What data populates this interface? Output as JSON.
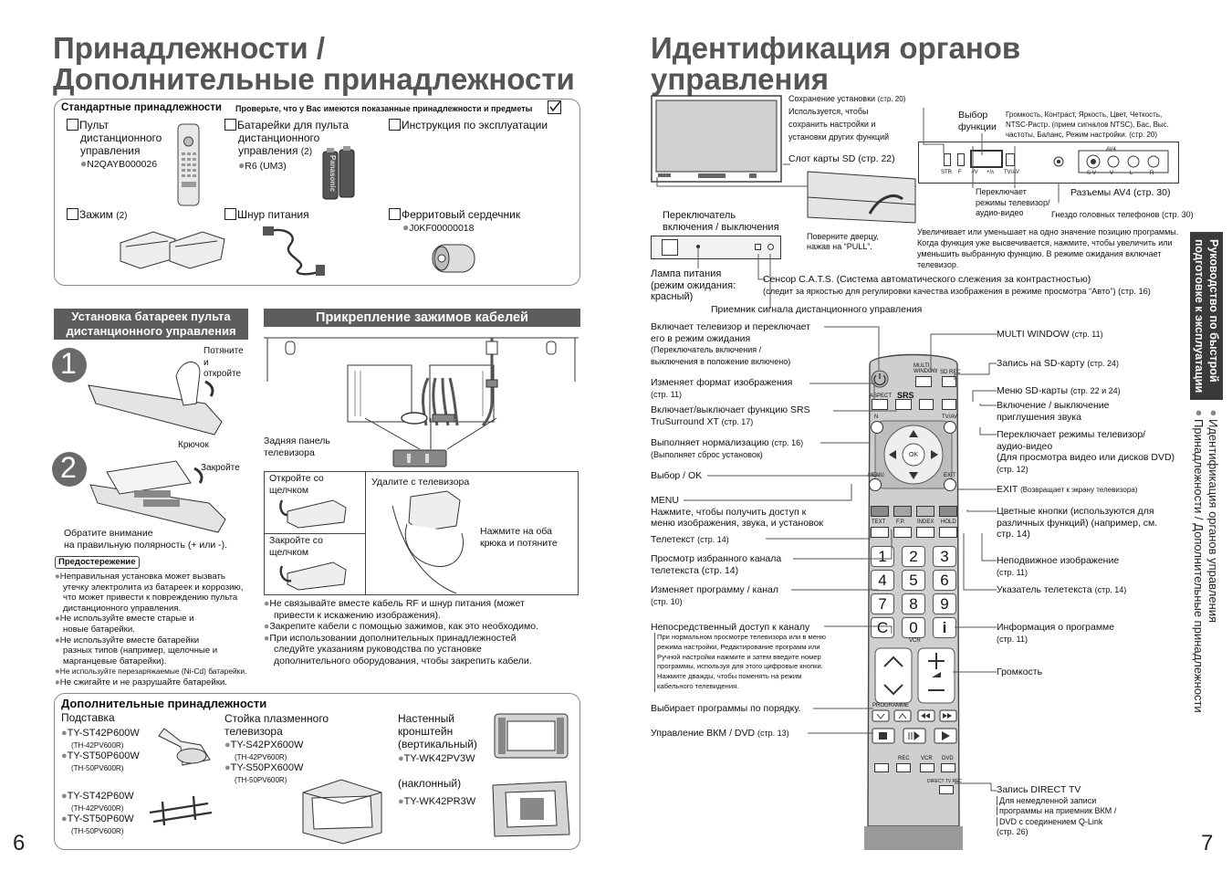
{
  "left": {
    "title1": "Принадлежности /",
    "title2": "Дополнительные принадлежности",
    "standard_heading": "Стандартные принадлежности",
    "check_note": "Проверьте, что у Вас имеются показанные принадлежности и предметы",
    "items": {
      "remote": [
        "Пульт",
        "дистанционного",
        "управления",
        "N2QAYB000026"
      ],
      "batteries": [
        "Батарейки для пульта",
        "дистанционного",
        "управления",
        "(2)",
        "R6 (UM3)"
      ],
      "manual": "Инструкция по эксплуатации",
      "clamp": [
        "Зажим",
        "(2)"
      ],
      "cord": "Шнур питания",
      "ferrite": [
        "Ферритовый сердечник",
        "J0KF00000018"
      ],
      "battery_brand": "Panasonic"
    },
    "battery_section": {
      "heading1": "Установка батареек пульта",
      "heading2": "дистанционного управления",
      "step1": "1",
      "step2": "2",
      "pull": [
        "Потяните",
        "и",
        "откройте"
      ],
      "hook": "Крючок",
      "close": "Закройте",
      "note": [
        "Обратите внимание",
        "на правильную полярность (+ или -)."
      ],
      "caution": "Предостережение",
      "bullets": [
        [
          "Неправильная установка может вызвать",
          "утечку электролита из батареек и коррозию,",
          "что может привести к повреждению пульта",
          "дистанционного управления."
        ],
        [
          "Не используйте вместе старые и",
          "новые батарейки."
        ],
        [
          "Не используйте вместе батарейки",
          "разных типов (например, щелочные и",
          "марганцевые батарейки)."
        ],
        [
          "Не используйте перезаряжаемые (Ni-Cd) батарейки."
        ],
        [
          "Не сжигайте и не разрушайте батарейки."
        ]
      ]
    },
    "clamp_section": {
      "heading": "Прикрепление зажимов кабелей",
      "rear": [
        "Задняя панель",
        "телевизора"
      ],
      "open": [
        "Откройте со",
        "щелчком"
      ],
      "close": [
        "Закройте со",
        "щелчком"
      ],
      "remove": "Удалите с телевизора",
      "press": [
        "Нажмите на оба",
        "крюка и потяните"
      ],
      "bullets": [
        [
          "Не связывайте вместе кабель RF и шнур питания (может",
          "привести к искажению изображения)."
        ],
        [
          "Закрепите кабели с помощью зажимов, как это необходимо."
        ],
        [
          "При использовании дополнительных принадлежностей",
          "следуйте указаниям руководства по установке",
          "дополнительного оборудования, чтобы закрепить кабели."
        ]
      ]
    },
    "optional": {
      "heading": "Дополнительные принадлежности",
      "stand": "Подставка",
      "stand_items": [
        [
          "TY-ST42P600W",
          "(TH-42PV600R)"
        ],
        [
          "TY-ST50P600W",
          "(TH-50PV600R)"
        ],
        [
          "TY-ST42P60W",
          "(TH-42PV600R)"
        ],
        [
          "TY-ST50P60W",
          "(TH-50PV600R)"
        ]
      ],
      "plasma_stand": [
        "Стойка плазменного",
        "телевизора"
      ],
      "plasma_items": [
        [
          "TY-S42PX600W",
          "(TH-42PV600R)"
        ],
        [
          "TY-S50PX600W",
          "(TH-50PV600R)"
        ]
      ],
      "wall": [
        "Настенный",
        "кронштейн",
        "(вертикальный)"
      ],
      "wall_item": "TY-WK42PV3W",
      "tilt": "(наклонный)",
      "tilt_item": "TY-WK42PR3W"
    },
    "page_number": "6"
  },
  "right": {
    "title1": "Идентификация органов",
    "title2": "управления",
    "save": [
      "Сохранение установки",
      "(стр. 20)",
      "Используется, чтобы",
      "сохранить настройки и",
      "установки других функций"
    ],
    "function": [
      "Выбор",
      "функции"
    ],
    "function_desc": [
      "Громкость, Контраст, Яркость, Цвет, Четкость,",
      "NTSC-Растр. (прием сигналов NTSC), Бас, Выс.",
      "частоты, Баланс, Режим настройки. (стр. 20)"
    ],
    "sd_slot": "Слот карты SD (стр. 22)",
    "tvav_note": [
      "Переключает",
      "режимы телевизор/",
      "аудио-видео"
    ],
    "av4": "Разъемы AV4 (стр. 30)",
    "headphones": "Гнездо головных телефонов (стр. 30)",
    "panel_labels": [
      "STR",
      "F",
      "-/V",
      "+/ʌ",
      "TV/AV",
      "AV4",
      "S-V",
      "V",
      "L",
      "R"
    ],
    "power_switch": [
      "Переключатель",
      "включения / выключения"
    ],
    "door": [
      "Поверните дверцу,",
      "нажав на “PULL”."
    ],
    "updown": [
      "Увеличивает или уменьшает на одно значение позицию программы.",
      "Когда функция уже высвечивается, нажмите, чтобы увеличить или",
      "уменьшить выбранную функцию. В режиме ожидания включает",
      "телевизор."
    ],
    "power_lamp": [
      "Лампа питания",
      "(режим ожидания:",
      "красный)"
    ],
    "cats": [
      "Сенсор C.A.T.S. (Система автоматического слежения за контрастностью)",
      "(следит за яркостью для регулировки качества изображения в режиме просмотра “Авто”) (стр. 16)"
    ],
    "receiver": "Приемник сигнала дистанционного управления",
    "remote_left": [
      [
        "Включает телевизор и переключает",
        "его в режим ожидания",
        "(Переключатель включения /",
        "выключения в положение включено)"
      ],
      [
        "Изменяет формат изображения",
        "(стр. 11)"
      ],
      [
        "Включает/выключает функцию SRS",
        "TruSurround XT",
        "(стр. 17)"
      ],
      [
        "Выполняет нормализацию",
        "(стр. 16)",
        "(Выполняет сброс установок)"
      ],
      [
        "Выбор / OK"
      ],
      [
        "MENU",
        "Нажмите, чтобы получить доступ к",
        "меню изображения, звука, и установок"
      ],
      [
        "Телетекст",
        "(стр. 14)"
      ],
      [
        "Просмотр избранного канала",
        "телетекста (стр. 14)"
      ],
      [
        "Изменяет программу / канал",
        "(стр. 10)"
      ],
      [
        "Непосредственный доступ к каналу",
        "При нормальном просмотре телевизора или в меню",
        "режима настройки, Редактирование программ или",
        "Ручной настройки нажмите и затем введите номер",
        "программы, используя для этого цифровые кнопки.",
        "Нажмите дважды, чтобы поменять на режим",
        "кабельного телевидения."
      ],
      [
        "Выбирает программы по порядку."
      ],
      [
        "Управление ВКМ / DVD",
        "(стр. 13)"
      ]
    ],
    "remote_right": [
      [
        "MULTI WINDOW",
        "(стр. 11)"
      ],
      [
        "Запись на SD-карту",
        "(стр. 24)"
      ],
      [
        "Меню SD-карты",
        "(стр. 22 и 24)"
      ],
      [
        "Включение / выключение",
        "приглушения звука"
      ],
      [
        "Переключает режимы телевизор/",
        "аудио-видео",
        "(Для просмотра видео или дисков DVD)",
        "(стр. 12)"
      ],
      [
        "EXIT",
        "(Возвращает к экрану телевизора)"
      ],
      [
        "Цветные кнопки (используются для",
        "различных функций) (например, см.",
        "стр. 14)"
      ],
      [
        "Неподвижное изображение",
        "(стр. 11)"
      ],
      [
        "Указатель телетекста",
        "(стр. 14)"
      ],
      [
        "Информация о программе",
        "(стр. 11)"
      ],
      [
        "Громкость"
      ],
      [
        "Запись DIRECT TV",
        "Для немедленной записи",
        "программы на приемник ВКМ /",
        "DVD с соединением Q-Link",
        "(стр. 26)"
      ]
    ],
    "remote_keys": {
      "numbers": [
        "1",
        "2",
        "3",
        "4",
        "5",
        "6",
        "7",
        "8",
        "9",
        "C",
        "0",
        "i"
      ],
      "labels": [
        "MULTI",
        "WINDOW",
        "SD REC",
        "ASPECT",
        "SRS",
        "N",
        "TV/AV",
        "OK",
        "MENU",
        "EXIT",
        "TEXT",
        "F.P.",
        "INDEX",
        "HOLD",
        "VCR",
        "PROGRAMME",
        "REC",
        "VCR",
        "DVD",
        "DIRECT TV REC"
      ]
    },
    "side_tab": [
      "Руководство по быстрой",
      "подготовке к эксплуатации"
    ],
    "side_text": [
      "Идентификация органов управления",
      "Принадлежности / Дополнительные принадлежности"
    ],
    "page_number": "7"
  },
  "colors": {
    "bar": "#5d5d5d",
    "title": "#555555",
    "side_tab": "#3a3a3a"
  }
}
